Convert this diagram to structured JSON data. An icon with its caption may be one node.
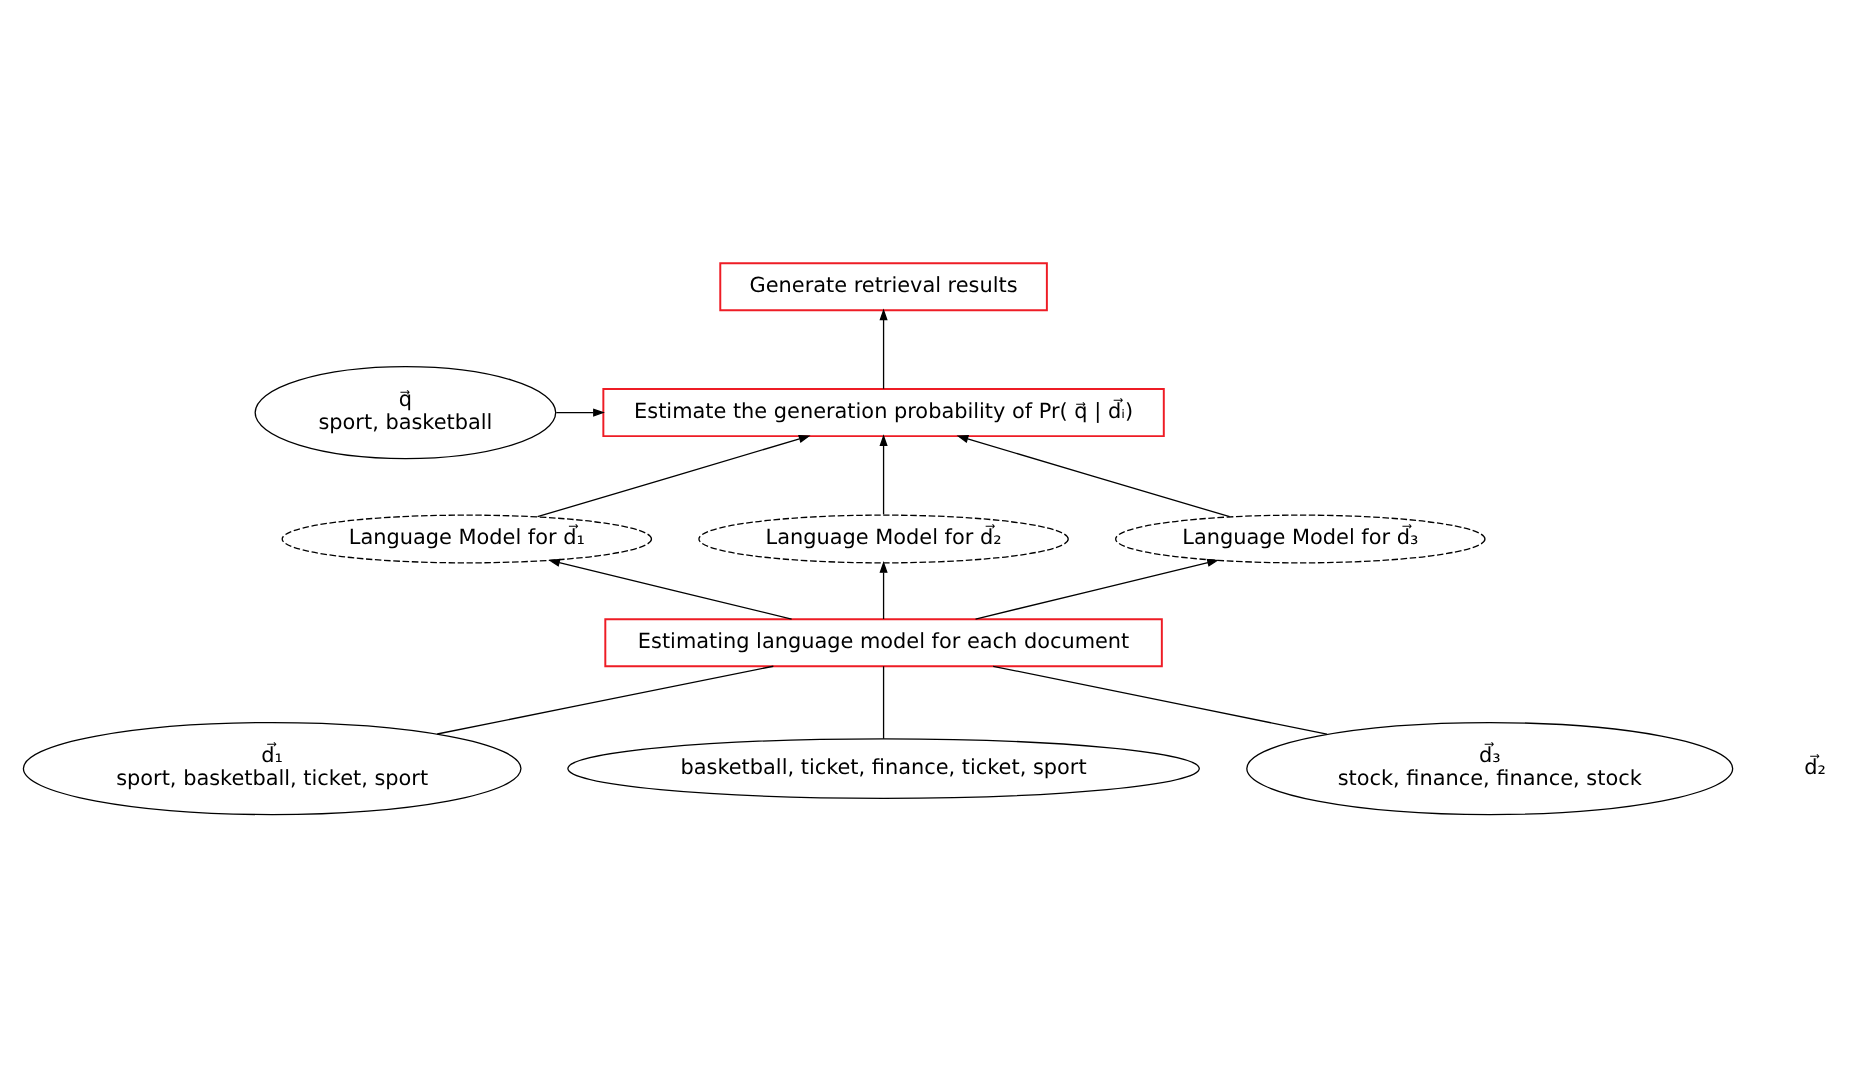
{
  "diagram": {
    "nodes": [
      {
        "text": [
          "Generate retrieval results"
        ]
      },
      {
        "text": [
          "Estimate the generation probability of Pr( q⃗ | d⃗ᵢ)"
        ]
      },
      {
        "text": [
          "q⃗",
          "sport, basketball"
        ]
      },
      {
        "text": [
          "Language Model for d⃗₁"
        ]
      },
      {
        "text": [
          "Language Model for d⃗₂"
        ]
      },
      {
        "text": [
          "Language Model for d⃗₃"
        ]
      },
      {
        "text": [
          "Estimating language model for each document"
        ]
      },
      {
        "text": [
          "d⃗₁",
          "sport, basketball, ticket, sport"
        ]
      },
      {
        "text": [
          "basketball, ticket, finance, ticket, sport"
        ]
      },
      {
        "text": [
          "d⃗₃",
          "stock, finance, finance, stock"
        ]
      }
    ],
    "edges": [
      {
        "from": 1,
        "to": 0,
        "arrow": "to"
      },
      {
        "from": 2,
        "to": 1,
        "arrow": "to"
      },
      {
        "from": 3,
        "to": 1,
        "arrow": "to"
      },
      {
        "from": 4,
        "to": 1,
        "arrow": "to"
      },
      {
        "from": 5,
        "to": 1,
        "arrow": "to"
      },
      {
        "from": 6,
        "to": 3,
        "arrow": "to"
      },
      {
        "from": 6,
        "to": 4,
        "arrow": "to"
      },
      {
        "from": 6,
        "to": 5,
        "arrow": "to"
      },
      {
        "from": 7,
        "to": 6,
        "arrow": "none"
      },
      {
        "from": 8,
        "to": 6,
        "arrow": "none"
      },
      {
        "from": 9,
        "to": 6,
        "arrow": "none"
      }
    ],
    "labels": [
      "d⃗₂"
    ]
  }
}
